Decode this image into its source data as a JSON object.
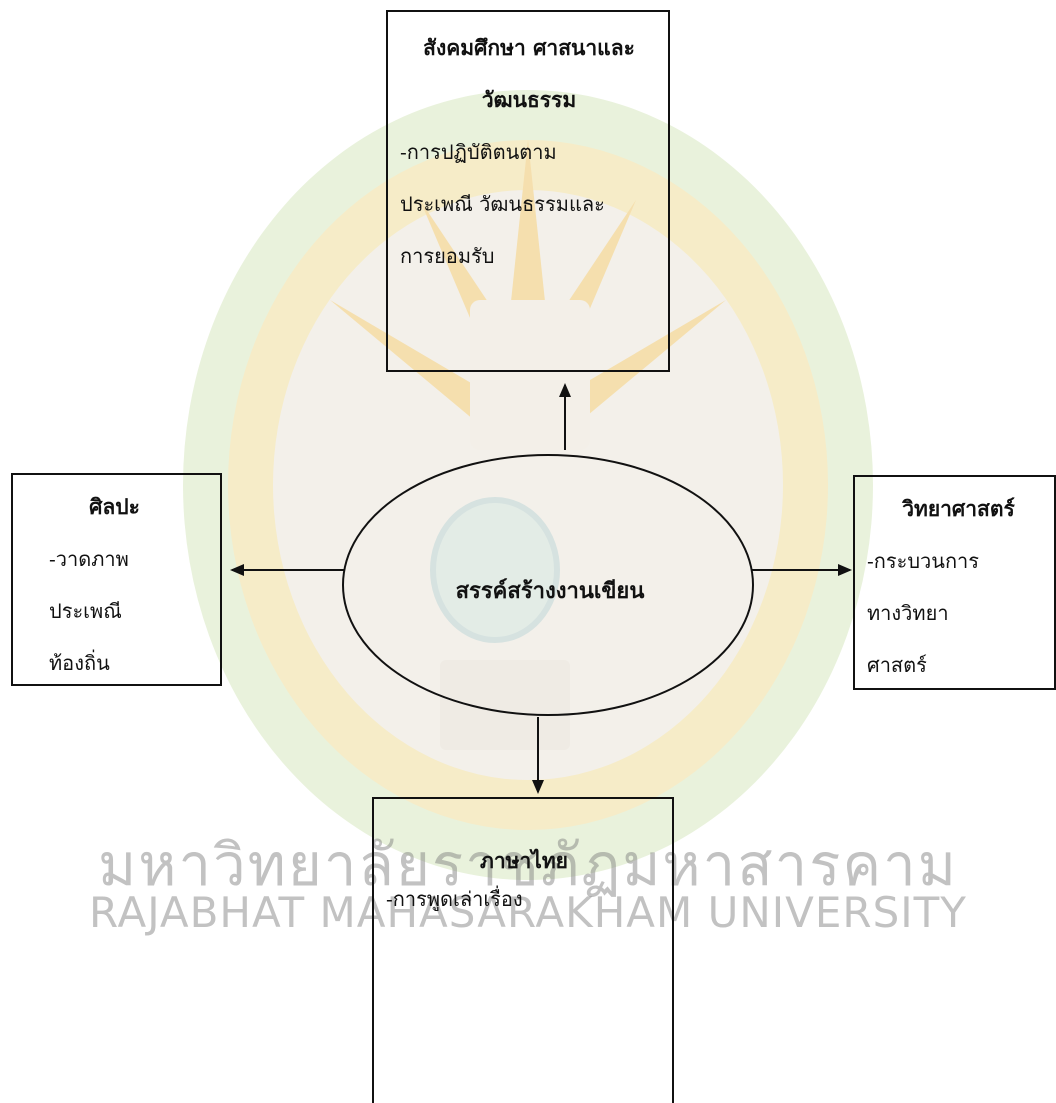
{
  "center": {
    "label": "สรรค์สร้างงานเขียน"
  },
  "top_box": {
    "title_lines": [
      "สังคมศึกษา ศาสนาและ",
      "วัฒนธรรม"
    ],
    "lines": [
      "-การปฏิบัติตนตาม",
      "ประเพณี วัฒนธรรมและ",
      "การยอมรับ"
    ]
  },
  "left_box": {
    "title": "ศิลปะ",
    "lines": [
      "-วาดภาพ",
      "ประเพณี",
      "ท้องถิ่น"
    ]
  },
  "right_box": {
    "title": "วิทยาศาสตร์",
    "lines": [
      "-กระบวนการ",
      "ทางวิทยา",
      "ศาสตร์"
    ]
  },
  "bottom_box": {
    "title": "ภาษาไทย",
    "lines": [
      "-การพูดเล่าเรื่อง"
    ]
  },
  "watermark": {
    "thai": "มหาวิทยาลัยราชภัฏมหาสารคาม",
    "english": "RAJABHAT MAHASARAKHAM UNIVERSITY"
  }
}
